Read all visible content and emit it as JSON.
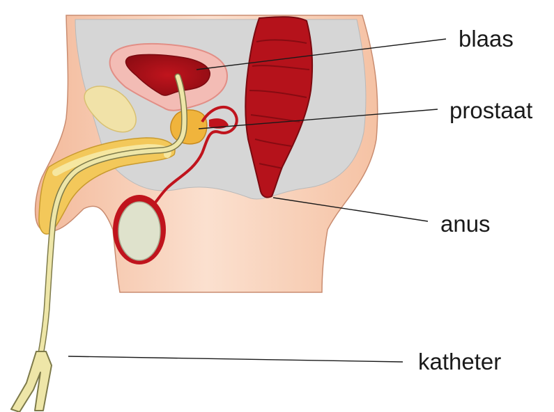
{
  "labels": {
    "bladder": "blaas",
    "prostate": "prostaat",
    "anus": "anus",
    "catheter": "katheter"
  },
  "colors": {
    "skin": "#f7cdb2",
    "skin_edge": "#e9a98a",
    "cavity": "#d5d5d5",
    "organ_red": "#b5121b",
    "organ_dark": "#8e0c13",
    "bladder_wall": "#f2b6b0",
    "prostate": "#f0b43c",
    "bone": "#f1e2a8",
    "testis": "#dfe2cc",
    "catheter": "#eee6a8",
    "leader_line": "#1a1a1a"
  }
}
